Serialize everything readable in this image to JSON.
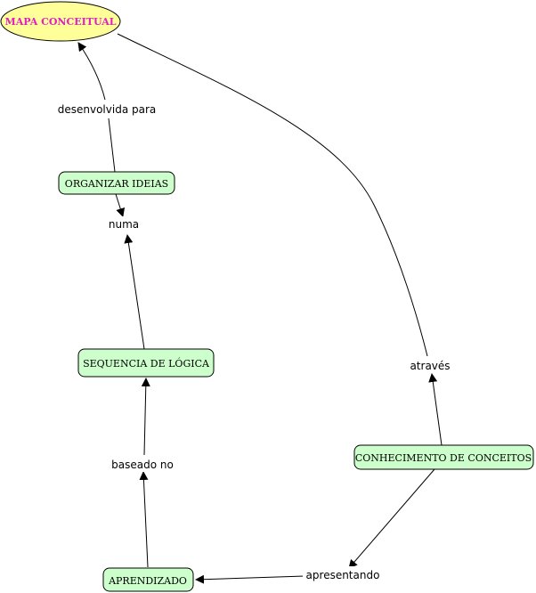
{
  "diagram": {
    "colors": {
      "root_fill": "#FFFF99",
      "root_text": "#E020C0",
      "concept_fill": "#CCFFCC",
      "border": "#000000",
      "line": "#000000",
      "text": "#000000"
    },
    "root": {
      "label": "MAPA CONCEITUAL"
    },
    "concepts": [
      {
        "id": "organizar",
        "label": "ORGANIZAR IDEIAS"
      },
      {
        "id": "sequencia",
        "label": "SEQUENCIA DE LÓGICA"
      },
      {
        "id": "conhecimento",
        "label": "CONHECIMENTO DE CONCEITOS"
      },
      {
        "id": "aprendizado",
        "label": "APRENDIZADO"
      }
    ],
    "linking_phrases": [
      {
        "id": "desenvolvida",
        "label": "desenvolvida para"
      },
      {
        "id": "numa",
        "label": "numa"
      },
      {
        "id": "baseado",
        "label": "baseado no"
      },
      {
        "id": "atraves",
        "label": "através"
      },
      {
        "id": "apresentando",
        "label": "apresentando"
      }
    ]
  }
}
